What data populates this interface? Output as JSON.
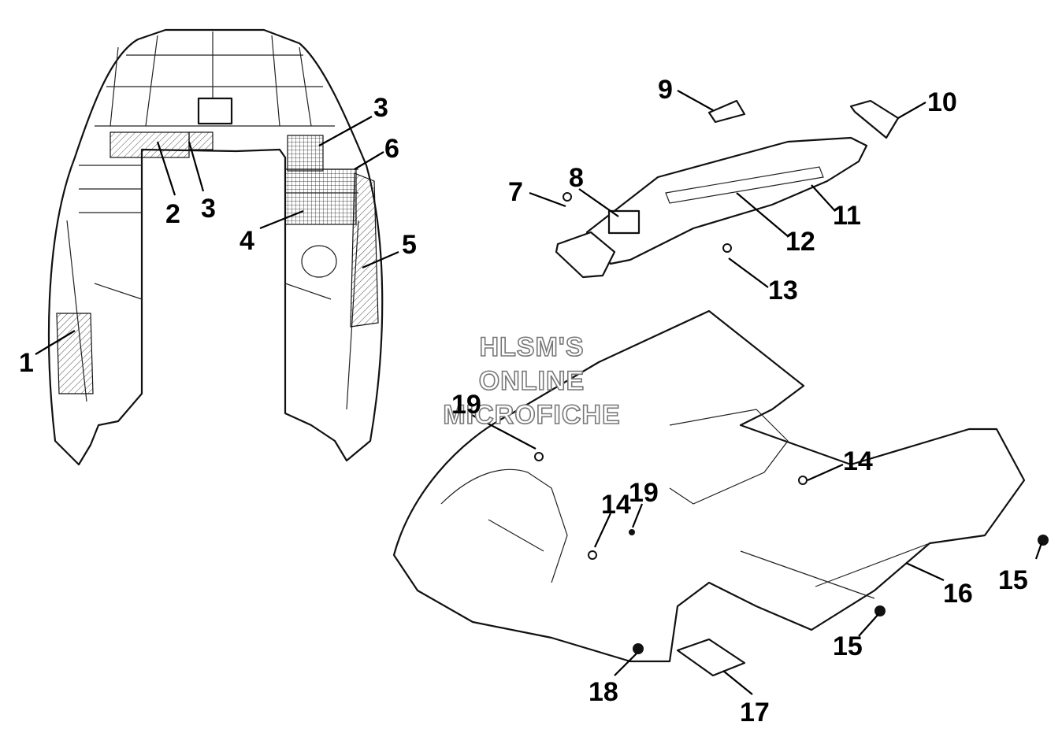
{
  "watermark": {
    "line1": "HLSM'S",
    "line2": "ONLINE",
    "line3": "MICROFICHE"
  },
  "callouts": {
    "c1": "1",
    "c2": "2",
    "c3a": "3",
    "c3b": "3",
    "c4": "4",
    "c5": "5",
    "c6": "6",
    "c7": "7",
    "c8": "8",
    "c9": "9",
    "c10": "10",
    "c11": "11",
    "c12": "12",
    "c13": "13",
    "c14a": "14",
    "c14b": "14",
    "c15a": "15",
    "c15b": "15",
    "c16": "16",
    "c17": "17",
    "c18": "18",
    "c19a": "19",
    "c19b": "19"
  }
}
